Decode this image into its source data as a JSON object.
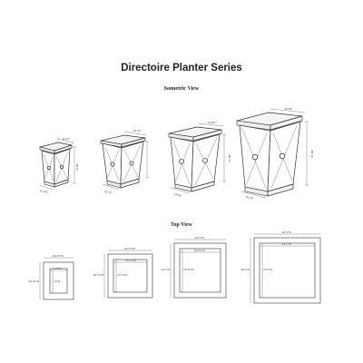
{
  "header": {
    "title": "Directoire Planter Series",
    "isometric_label": "Isometric View",
    "top_label": "Top View"
  },
  "isometric": [
    {
      "top": "20.25\"",
      "height": "16.00\"",
      "base": "13.50\""
    },
    {
      "top": "20.75\"",
      "height": "",
      "base": "15.75\""
    },
    {
      "top": "24.50\"",
      "height": "21.00\"",
      "base": "18.50\""
    },
    {
      "top": "30.50\"",
      "height": "31.00\"",
      "base": "20.25\""
    }
  ],
  "topview": [
    {
      "outer_w": "20.25\"W",
      "inner_w": "14\"W",
      "outer_d": "20.25\"D",
      "inner_d": "14\"D"
    },
    {
      "outer_w": "20.75\"W",
      "inner_w": "15.75\"W",
      "outer_d": "20.75\"D",
      "inner_d": "15.75\"D"
    },
    {
      "outer_w": "24.5\"W",
      "inner_w": "19.25\"W",
      "outer_d": "24.5\"D",
      "inner_d": "19.25\"D"
    },
    {
      "outer_w": "26.5\"W",
      "inner_w": "23.5\"W",
      "outer_d": "26.5\"D",
      "inner_d": "23.5\"D"
    }
  ]
}
